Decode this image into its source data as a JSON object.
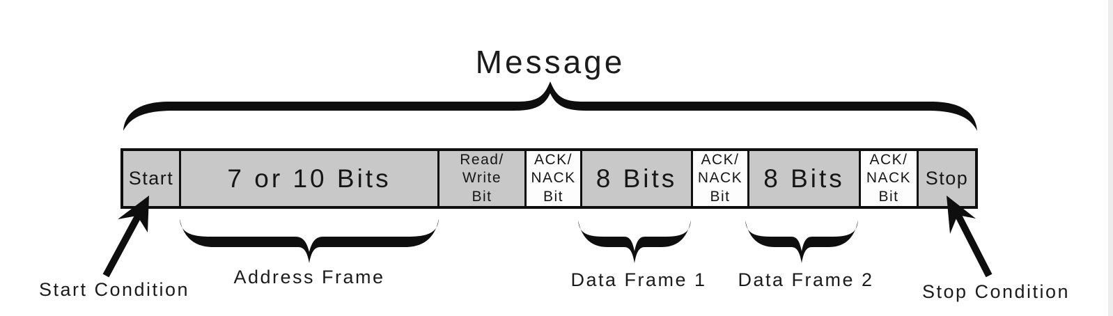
{
  "diagram": {
    "title": "Message"
  },
  "frame_bar": {
    "cells": [
      {
        "label": "Start",
        "fill": "gray"
      },
      {
        "label": "7 or 10 Bits",
        "fill": "gray"
      },
      {
        "label": "Read/\nWrite\nBit",
        "fill": "gray"
      },
      {
        "label": "ACK/\nNACK\nBit",
        "fill": "white"
      },
      {
        "label": "8 Bits",
        "fill": "gray"
      },
      {
        "label": "ACK/\nNACK\nBit",
        "fill": "white"
      },
      {
        "label": "8 Bits",
        "fill": "gray"
      },
      {
        "label": "ACK/\nNACK\nBit",
        "fill": "white"
      },
      {
        "label": "Stop",
        "fill": "gray"
      }
    ]
  },
  "annotations": {
    "address_frame": "Address Frame",
    "data_frame_1": "Data Frame 1",
    "data_frame_2": "Data Frame 2",
    "start_condition": "Start Condition",
    "stop_condition": "Stop Condition"
  },
  "colors": {
    "box_gray": "#c8c8c8",
    "box_white": "#fdfdfd",
    "ink": "#0e0e0e",
    "background": "#ffffff",
    "right_strip": "#ededed"
  }
}
